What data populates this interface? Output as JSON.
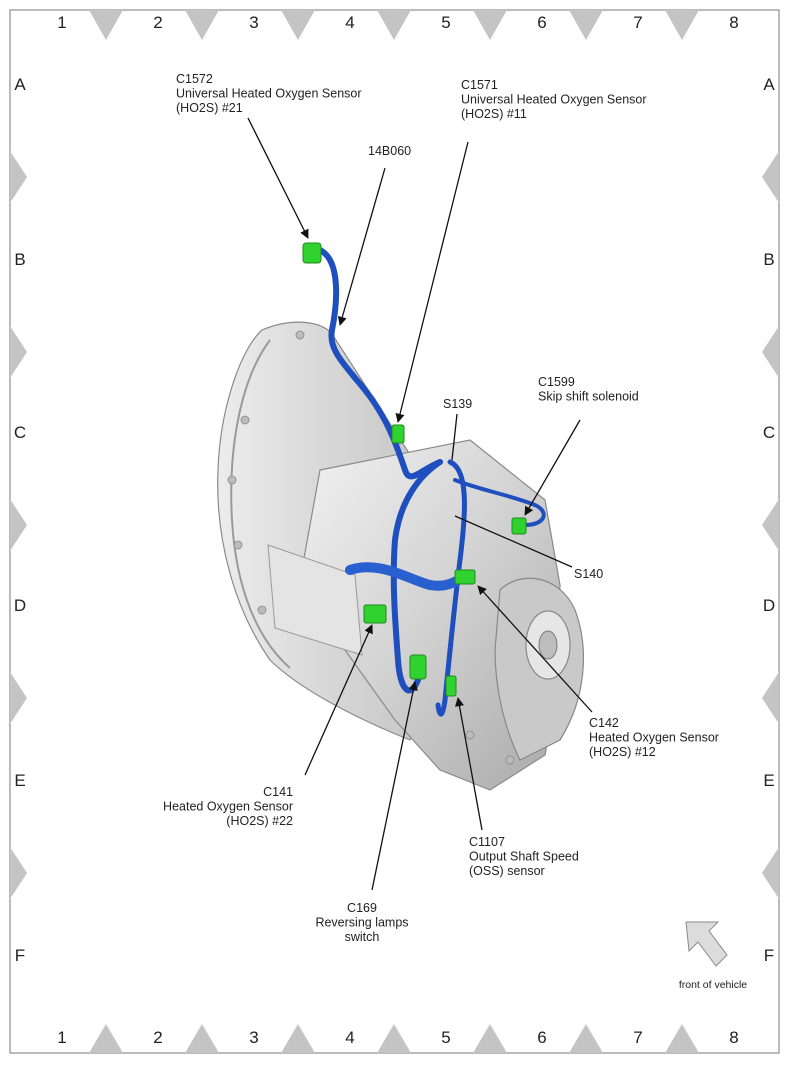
{
  "grid": {
    "columns": [
      "1",
      "2",
      "3",
      "4",
      "5",
      "6",
      "7",
      "8"
    ],
    "rows": [
      "A",
      "B",
      "C",
      "D",
      "E",
      "F"
    ]
  },
  "colors": {
    "connector": "#2fd22f",
    "harness": "#1f4fbf",
    "housing": "#d4d4d4",
    "marker": "#c4c4c4"
  },
  "callouts": [
    {
      "id": "c1572",
      "lines": [
        "C1572",
        "Universal Heated Oxygen Sensor",
        "(HO2S) #21"
      ]
    },
    {
      "id": "c1571",
      "lines": [
        "C1571",
        "Universal Heated Oxygen Sensor",
        "(HO2S) #11"
      ]
    },
    {
      "id": "14b060",
      "lines": [
        "14B060"
      ]
    },
    {
      "id": "s139",
      "lines": [
        "S139"
      ]
    },
    {
      "id": "c1599",
      "lines": [
        "C1599",
        "Skip shift solenoid"
      ]
    },
    {
      "id": "s140",
      "lines": [
        "S140"
      ]
    },
    {
      "id": "c142",
      "lines": [
        "C142",
        "Heated Oxygen Sensor",
        "(HO2S) #12"
      ]
    },
    {
      "id": "c141",
      "lines": [
        "C141",
        "Heated Oxygen Sensor",
        "(HO2S) #22"
      ]
    },
    {
      "id": "c1107",
      "lines": [
        "C1107",
        "Output Shaft Speed",
        "(OSS) sensor"
      ]
    },
    {
      "id": "c169",
      "lines": [
        "C169",
        "Reversing lamps",
        "switch"
      ]
    }
  ],
  "orientation": {
    "label": "front of vehicle",
    "icon": "arrow-up-left-icon"
  }
}
